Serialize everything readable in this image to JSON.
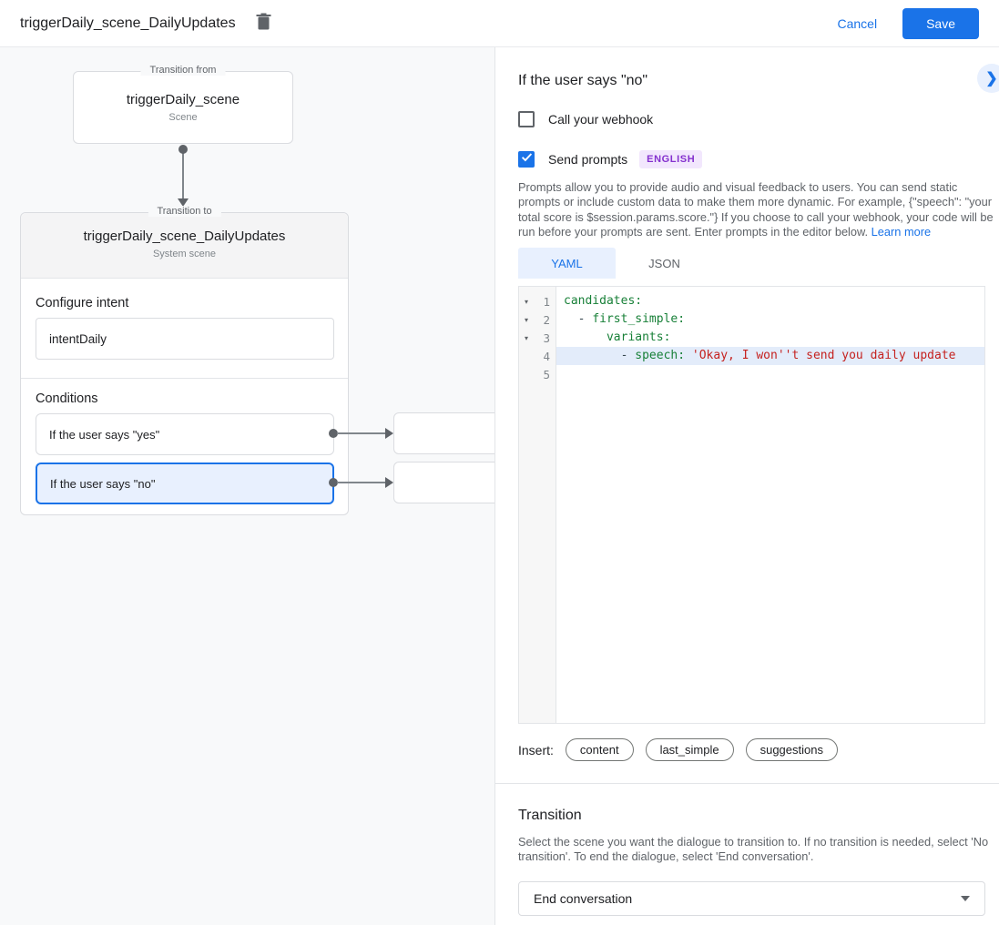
{
  "header": {
    "title": "triggerDaily_scene_DailyUpdates",
    "cancel_label": "Cancel",
    "save_label": "Save"
  },
  "canvas": {
    "from_box": {
      "legend": "Transition from",
      "title": "triggerDaily_scene",
      "subtitle": "Scene"
    },
    "to_box": {
      "legend": "Transition to",
      "title": "triggerDaily_scene_DailyUpdates",
      "subtitle": "System scene",
      "configure_intent_label": "Configure intent",
      "intent_value": "intentDaily",
      "conditions_label": "Conditions",
      "conditions": [
        {
          "label": "If the user says \"yes\"",
          "selected": false
        },
        {
          "label": "If the user says \"no\"",
          "selected": true
        }
      ]
    }
  },
  "panel": {
    "heading": "If the user says \"no\"",
    "webhook_checkbox": {
      "label": "Call your webhook",
      "checked": false
    },
    "prompts_checkbox": {
      "label": "Send prompts",
      "checked": true,
      "language_badge": "ENGLISH"
    },
    "description": "Prompts allow you to provide audio and visual feedback to users. You can send static prompts or include custom data to make them more dynamic. For example, {\"speech\": \"your total score is $session.params.score.\"} If you choose to call your webhook, your code will be run before your prompts are sent. Enter prompts in the editor below. ",
    "learn_more_label": "Learn more",
    "tabs": [
      {
        "label": "YAML",
        "active": true
      },
      {
        "label": "JSON",
        "active": false
      }
    ],
    "editor": {
      "lines": [
        {
          "number": 1,
          "fold": true,
          "highlighted": false,
          "tokens": [
            {
              "type": "key",
              "text": "candidates:"
            }
          ]
        },
        {
          "number": 2,
          "fold": true,
          "highlighted": false,
          "tokens": [
            {
              "type": "plain",
              "text": "  "
            },
            {
              "type": "dash",
              "text": "- "
            },
            {
              "type": "key",
              "text": "first_simple:"
            }
          ]
        },
        {
          "number": 3,
          "fold": true,
          "highlighted": false,
          "tokens": [
            {
              "type": "plain",
              "text": "      "
            },
            {
              "type": "key",
              "text": "variants:"
            }
          ]
        },
        {
          "number": 4,
          "fold": false,
          "highlighted": true,
          "tokens": [
            {
              "type": "plain",
              "text": "        "
            },
            {
              "type": "dash",
              "text": "- "
            },
            {
              "type": "key",
              "text": "speech: "
            },
            {
              "type": "str",
              "text": "'Okay, I won''t send you daily update"
            }
          ]
        },
        {
          "number": 5,
          "fold": false,
          "highlighted": false,
          "tokens": []
        }
      ]
    },
    "insert": {
      "label": "Insert:",
      "chips": [
        "content",
        "last_simple",
        "suggestions"
      ]
    },
    "transition": {
      "heading": "Transition",
      "description": "Select the scene you want the dialogue to transition to. If no transition is needed, select 'No transition'. To end the dialogue, select 'End conversation'.",
      "selected_value": "End conversation"
    }
  },
  "colors": {
    "accent_blue": "#1a73e8",
    "selection_blue": "#e8f0fe",
    "code_key_green": "#188038",
    "code_string_red": "#c5221f",
    "badge_purple": "#8430ce",
    "badge_bg": "#f2e7fd"
  }
}
